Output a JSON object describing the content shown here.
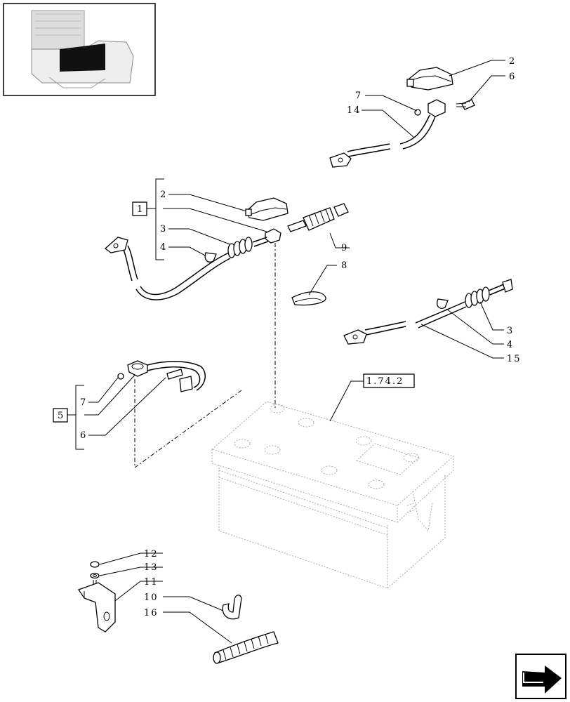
{
  "callouts": {
    "c2_top": "2",
    "c6_top": "6",
    "c7_top": "7",
    "c14": "14",
    "box1": "1",
    "c2_mid": "2",
    "c3_mid": "3",
    "c4_mid": "4",
    "c9": "9",
    "c8": "8",
    "c3_right": "3",
    "c4_right": "4",
    "c15": "15",
    "ref": "1.74.2",
    "box5": "5",
    "c7_left": "7",
    "c6_left": "6",
    "c12": "12",
    "c13": "13",
    "c11": "11",
    "c10": "10",
    "c16": "16"
  },
  "icons": {
    "thumbnail": "machine-location-thumbnail-icon",
    "nav": "next-page-arrow-icon"
  }
}
